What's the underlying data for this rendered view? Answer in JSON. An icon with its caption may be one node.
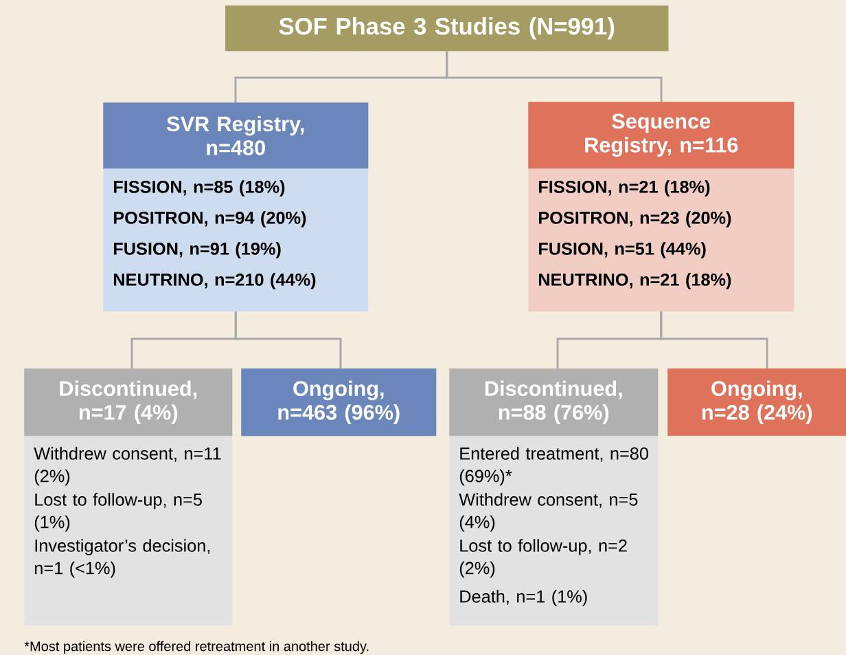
{
  "diagram": {
    "nodes": [
      {
        "text": [
          "SOF Phase 3 Studies (N=991)"
        ]
      },
      {
        "text": [
          "SVR Registry, n=480",
          "FISSION, n=85 (18%)",
          "POSITRON, n=94 (20%)",
          "FUSION, n=91 (19%)",
          "NEUTRINO, n=210 (44%)"
        ]
      },
      {
        "text": [
          "Sequence Registry, n=116",
          "FISSION, n=21 (18%)",
          "POSITRON, n=23 (20%)",
          "FUSION, n=51 (44%)",
          "NEUTRINO, n=21 (18%)"
        ]
      },
      {
        "text": [
          "Discontinued, n=17 (4%)",
          "Withdrew consent, n=11 (2%)",
          "Lost to follow-up, n=5 (1%)",
          "Investigator’s decision, n=1 (<1%)"
        ]
      },
      {
        "text": [
          "Ongoing, n=463 (96%)"
        ]
      },
      {
        "text": [
          "Discontinued, n=88 (76%)",
          "Entered treatment, n=80 (69%)*",
          "Withdrew consent, n=5 (4%)",
          "Lost to follow-up, n=2 (2%)",
          "Death, n=1 (1%)"
        ]
      },
      {
        "text": [
          "Ongoing, n=28 (24%)"
        ]
      }
    ],
    "edges": [
      {
        "from": 0,
        "to": 1,
        "arrow": "none"
      },
      {
        "from": 0,
        "to": 2,
        "arrow": "none"
      },
      {
        "from": 1,
        "to": 3,
        "arrow": "none"
      },
      {
        "from": 1,
        "to": 4,
        "arrow": "none"
      },
      {
        "from": 2,
        "to": 5,
        "arrow": "none"
      },
      {
        "from": 2,
        "to": 6,
        "arrow": "none"
      }
    ],
    "labels": [
      "*Most patients were offered retreatment in another study."
    ]
  }
}
